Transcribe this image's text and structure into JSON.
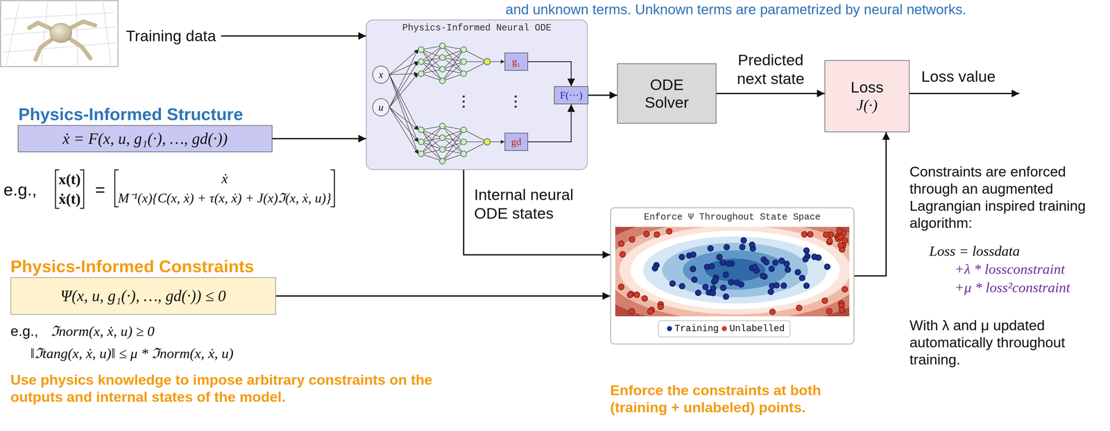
{
  "diagram": {
    "nodes": [
      {
        "text": [
          "Physics-Informed Structure",
          "ẋ = F(x, u, g₁(·), …, gd(·))"
        ]
      },
      {
        "text": [
          "Physics-Informed Neural ODE"
        ]
      },
      {
        "text": [
          "x"
        ],
        "in": 1
      },
      {
        "text": [
          "u"
        ],
        "in": 1
      },
      {
        "text": [
          "g₁"
        ],
        "in": 1
      },
      {
        "text": [
          "gd"
        ],
        "in": 1
      },
      {
        "text": [
          "F(···)"
        ],
        "in": 1
      },
      {
        "text": [
          "ODE Solver"
        ]
      },
      {
        "text": [
          "Loss",
          "J(·)"
        ]
      },
      {
        "text": [
          "Enforce Ψ Throughout State Space"
        ]
      },
      {
        "text": [
          "Physics-Informed Constraints",
          "Ψ(x, u, g₁(·), …, gd(·)) ≤ 0"
        ]
      }
    ],
    "edges": [
      {
        "from": 0,
        "to": 1,
        "arrow": "to"
      },
      {
        "from": 4,
        "to": 6,
        "arrow": "to"
      },
      {
        "from": 5,
        "to": 6,
        "arrow": "to"
      },
      {
        "from": 1,
        "to": 7,
        "arrow": "to"
      },
      {
        "from": 7,
        "to": 8,
        "arrow": "to",
        "label": "Predicted next state"
      },
      {
        "from": 1,
        "to": 9,
        "arrow": "to",
        "label": "Internal neural ODE states"
      },
      {
        "from": 9,
        "to": 8,
        "arrow": "to"
      },
      {
        "from": 10,
        "to": 9,
        "arrow": "to"
      }
    ],
    "labels": [
      "and unknown terms. Unknown terms are parametrized by neural networks.",
      "Training data",
      "e.g.,",
      "x(t)",
      "ẋ(t)",
      "=",
      "ẋ",
      "M⁻¹(x){C(x, ẋ) + τ(x, ẋ) + J(x)ℑ(x, ẋ, u)}",
      "Loss value",
      "e.g.,",
      "ℑnorm(x, ẋ, u) ≥ 0",
      "‖ℑtang(x, ẋ, u)‖ ≤ μ * ℑnorm(x, ẋ, u)",
      "Use physics knowledge to impose arbitrary constraints on the outputs and internal states of the model.",
      "Enforce the constraints at both (training + unlabeled) points.",
      "Constraints are enforced through an augmented Lagrangian inspired training algorithm:",
      "Loss = lossdata",
      "+λ * lossconstraint",
      "+μ * loss²constraint",
      "With λ and μ updated automatically throughout training."
    ],
    "legend": [
      {
        "text": "Training",
        "color": "#1c2f8f"
      },
      {
        "text": "Unlabelled",
        "color": "#d63a2a"
      }
    ]
  }
}
